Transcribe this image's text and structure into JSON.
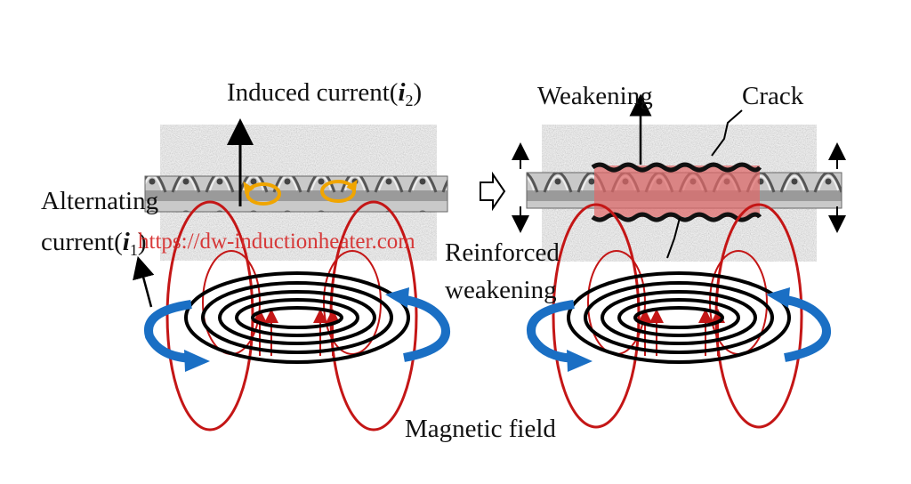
{
  "labels": {
    "induced_current_prefix": "Induced current(",
    "induced_current_var": "i",
    "induced_current_sub": "2",
    "induced_current_suffix": ")",
    "alternating": "Alternating",
    "current_prefix": "current(",
    "current_var": "i",
    "current_sub": "1",
    "current_suffix": ")",
    "weakening": "Weakening",
    "crack": "Crack",
    "reinforced": "Reinforced",
    "reinforced_weakening": "weakening",
    "magnetic_field": "Magnetic field"
  },
  "watermark": "https://dw-inductionheater.com",
  "colors": {
    "field_lines": "#c41616",
    "coil": "#000000",
    "rotation_arrows": "#1a6fc4",
    "eddy_loops": "#f0a500",
    "damage_zone": "#e06a6a",
    "watermark": "#d62a2a"
  },
  "icons": [
    "up-arrow-icon",
    "down-arrow-icon",
    "right-hollow-arrow-icon"
  ]
}
